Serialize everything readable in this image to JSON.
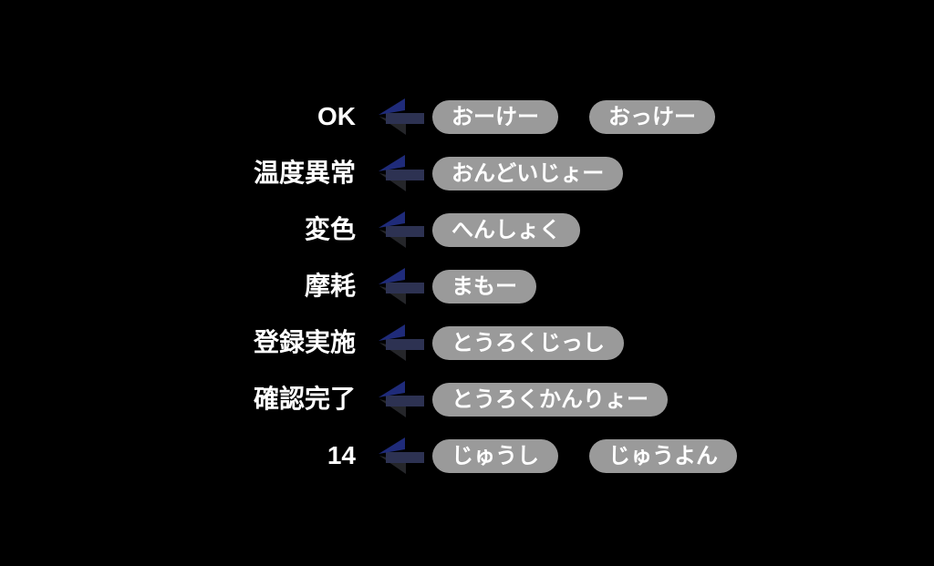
{
  "colors": {
    "background": "#000000",
    "label_text": "#ffffff",
    "pill_bg": "#9a9a9a",
    "pill_text": "#ffffff",
    "arrow_head": "#1f2b7a",
    "arrow_shaft": "#2d3252",
    "arrow_shadow": "#25262a"
  },
  "icons": {
    "arrow": "left-arrow-icon"
  },
  "rows": [
    {
      "label": "OK",
      "readings": [
        "おーけー",
        "おっけー"
      ]
    },
    {
      "label": "温度異常",
      "readings": [
        "おんどいじょー"
      ]
    },
    {
      "label": "変色",
      "readings": [
        "へんしょく"
      ]
    },
    {
      "label": "摩耗",
      "readings": [
        "まもー"
      ]
    },
    {
      "label": "登録実施",
      "readings": [
        "とうろくじっし"
      ]
    },
    {
      "label": "確認完了",
      "readings": [
        "とうろくかんりょー"
      ]
    },
    {
      "label": "14",
      "readings": [
        "じゅうし",
        "じゅうよん"
      ]
    }
  ]
}
